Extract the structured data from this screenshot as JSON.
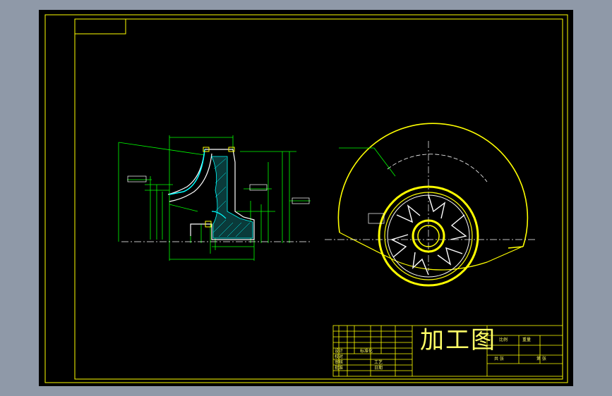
{
  "drawing": {
    "title": "加工图",
    "colors": {
      "sheet_bg": "#000000",
      "surround": "#8f99a8",
      "frame": "#ffff00",
      "dimension": "#00ff00",
      "outline": "#ffffff",
      "hatch": "#00ffff",
      "centerline": "#ffffff"
    }
  },
  "title_block": {
    "rows": [
      "设计",
      "校对",
      "审核",
      "批准"
    ],
    "cells": [
      "标准化",
      "工艺",
      "日期",
      "比例",
      "重量",
      "共 张",
      "第 张"
    ]
  },
  "views": [
    "section-view",
    "front-view"
  ]
}
